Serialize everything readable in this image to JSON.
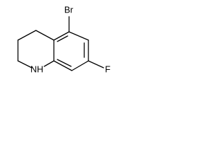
{
  "molecule": {
    "atoms": {
      "bromine": "Br",
      "fluorine": "F",
      "nitrogen": "NH"
    }
  }
}
